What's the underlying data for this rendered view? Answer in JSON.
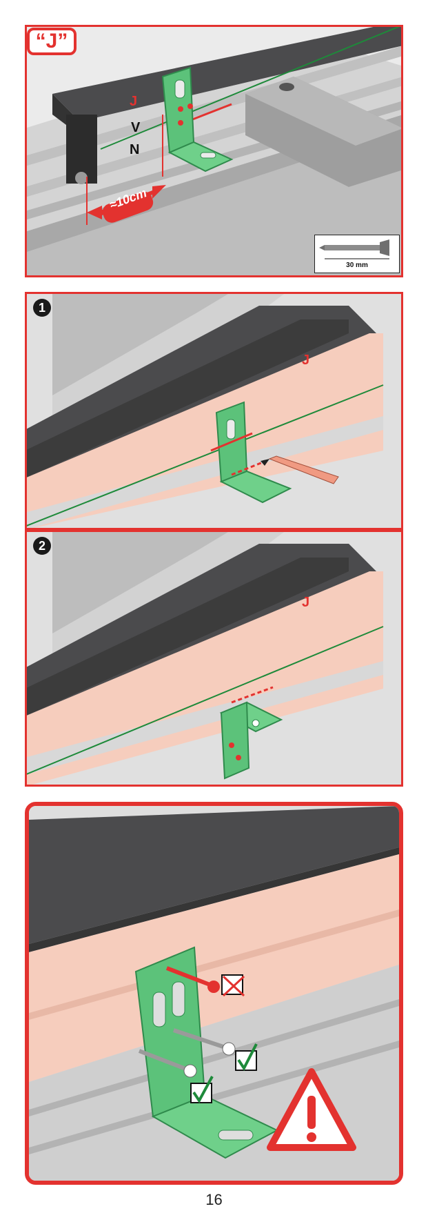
{
  "panel_j": {
    "title": "“J”",
    "line_labels": {
      "j": "J",
      "v": "V",
      "n": "N"
    },
    "distance_label": "≈10cm",
    "screw_length_label": "30 mm"
  },
  "step1": {
    "number": "1",
    "line_label": "J"
  },
  "step2": {
    "number": "2",
    "line_label": "J"
  },
  "page_number": "16",
  "colors": {
    "accent_red": "#e3322f",
    "bracket_green": "#5cc27a",
    "guide_green": "#1e8a3a",
    "frame_dark": "#4b4b4d",
    "rail_pink": "#f6cdbd",
    "rail_gray": "#c9c9c9"
  },
  "icons": [
    "l-bracket-icon",
    "screw-icon",
    "pencil-icon",
    "check-mark-icon",
    "cross-mark-icon",
    "warning-triangle-icon"
  ]
}
